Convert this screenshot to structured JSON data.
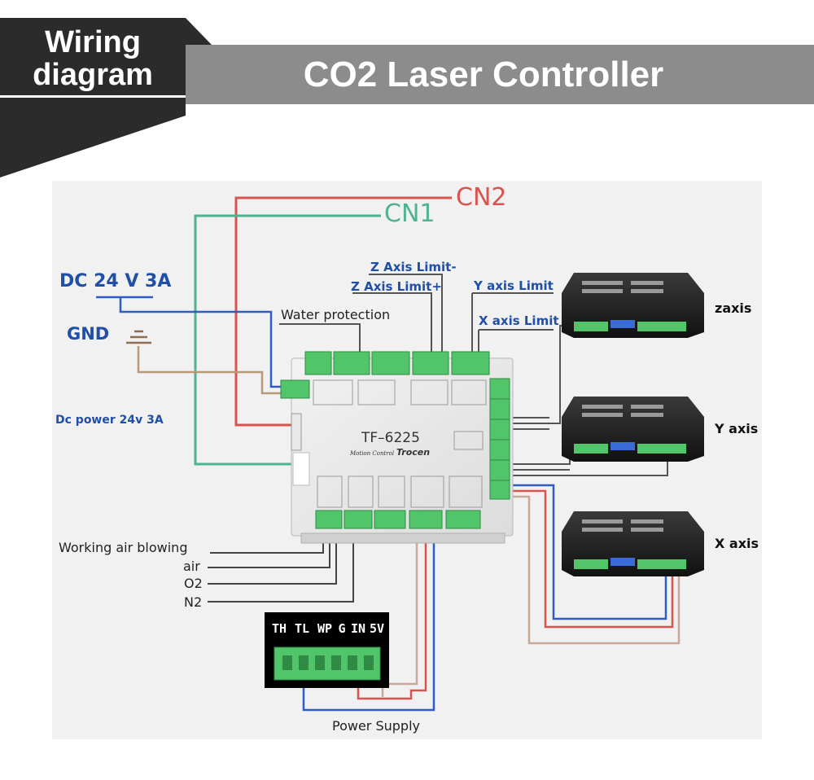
{
  "header": {
    "badge_line1": "Wiring",
    "badge_line2": "diagram",
    "banner_title": "CO2 Laser Controller"
  },
  "labels": {
    "cn2": "CN2",
    "cn1": "CN1",
    "dc24": "DC 24 V 3A",
    "gnd": "GND",
    "dc_power": "Dc power 24v 3A",
    "water_protection": "Water protection",
    "z_axis_limit_minus": "Z Axis Limit-",
    "z_axis_limit_plus": "Z Axis Limit+",
    "y_axis_limit": "Y axis Limit",
    "x_axis_limit": "X axis Limit",
    "zaxis": "zaxis",
    "y_axis": "Y axis",
    "x_axis": "X axis",
    "working_air": "Working air blowing",
    "air": "air",
    "o2": "O2",
    "n2": "N2",
    "power_supply": "Power Supply"
  },
  "controller": {
    "model": "TF–6225",
    "brand_small": "Motion Control",
    "brand": "Trocen"
  },
  "psu_terminals": [
    "TH",
    "TL",
    "WP",
    "G",
    "IN",
    "5V"
  ],
  "colors": {
    "cn2_wire": "#d9534f",
    "cn1_wire": "#4fb38f",
    "dc_wire": "#2e5dc7",
    "gnd_wire": "#b89a7a",
    "label_blue": "#1f4fa6",
    "terminal_green": "#52c46a",
    "driver_black": "#1c1c1c",
    "banner_grey": "#8c8c8c",
    "badge_dark": "#2b2b2b"
  }
}
